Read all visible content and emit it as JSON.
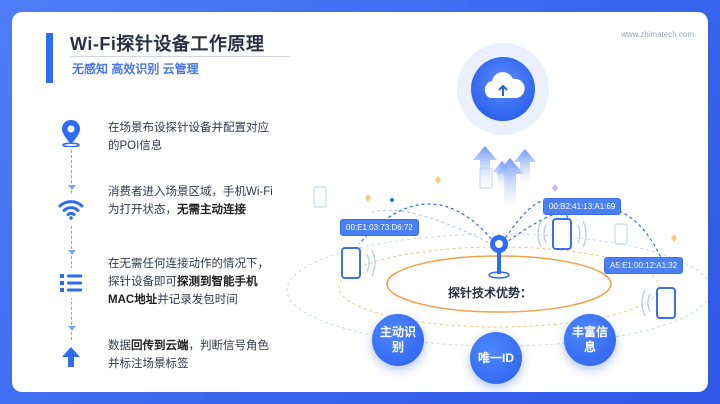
{
  "header": {
    "title": "Wi-Fi探针设备工作原理",
    "subtitle": "无感知 高效识别 云管理",
    "url": "www.zhimatech.com"
  },
  "steps": [
    {
      "icon": "location-pin-icon",
      "text_plain": "在场景布设探针设备并配置对应的POI信息"
    },
    {
      "icon": "wifi-icon",
      "text_pre": "消费者进入场景区域，手机Wi-Fi为打开状态，",
      "text_bold": "无需主动连接"
    },
    {
      "icon": "list-icon",
      "text_pre": "在无需任何连接动作的情况下，探针设备即可",
      "text_bold": "探测到智能手机MAC地址",
      "text_post": "并记录发包时间"
    },
    {
      "icon": "upload-arrow-icon",
      "text_pre": "数据",
      "text_bold": "回传到云端",
      "text_post": "，判断信号角色并标注场景标签"
    }
  ],
  "diagram": {
    "mac_addresses": [
      "00:E1:03:73:D6:72",
      "00:B2:41:13:A1:69",
      "A5:E1:00:12:A1:32"
    ],
    "advantages_title": "探针技术优势：",
    "advantages": [
      "主动识别",
      "唯一ID",
      "丰富信息"
    ],
    "colors": {
      "primary": "#2f6cf5",
      "label": "#4a7ff5",
      "ring": "#f0a34a"
    }
  }
}
